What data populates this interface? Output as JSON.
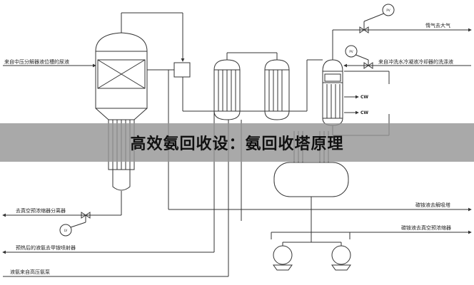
{
  "banner": {
    "title": "高效氨回收设：氨回收塔原理"
  },
  "colors": {
    "line": "#333333",
    "banner_bg": "#969696",
    "banner_text": "#111111"
  },
  "labels": {
    "vent_to_atmosphere": "惰气去大气",
    "feed_from_mid_pressure": "来自中压分解器液位槽的尿液",
    "wash_from_condenser": "来自冲洗水冷凝液冷却器的洗涤液",
    "to_vacuum_separator": "去真空预浓缩器分离器",
    "preheated_ammonia": "预热后的液氨去甲铵喷射器",
    "ammonia_from_pump": "液氨来自高压氨泵",
    "to_absorption_tower": "碳铵液去解吸塔",
    "to_vacuum_concentrator": "碳铵液去真空预浓缩器"
  },
  "cw": {
    "upper": "CW",
    "lower": "CW"
  },
  "instruments": {
    "pv_top": "PV",
    "pv_mid": "PV",
    "lv_left": "LV"
  }
}
